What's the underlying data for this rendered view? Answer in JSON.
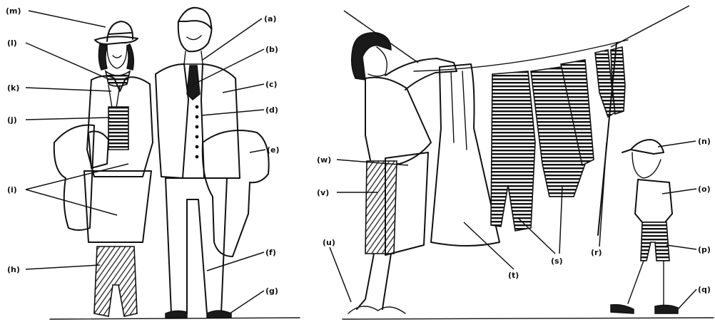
{
  "labels": {
    "a": "(a)",
    "b": "(b)",
    "c": "(c)",
    "d": "(d)",
    "e": "(e)",
    "f": "(f)",
    "g": "(g)",
    "h": "(h)",
    "i": "(i)",
    "j": "(j)",
    "k": "(k)",
    "l": "(l)",
    "m": "(m)",
    "n": "(n)",
    "o": "(o)",
    "p": "(p)",
    "q": "(q)",
    "r": "(r)",
    "s": "(s)",
    "t": "(t)",
    "u": "(u)",
    "v": "(v)",
    "w": "(w)"
  }
}
